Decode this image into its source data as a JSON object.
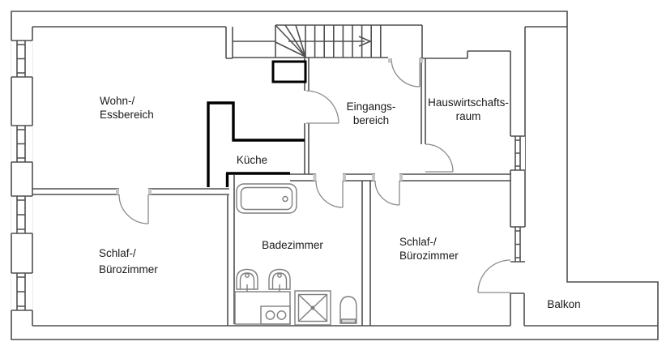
{
  "floorplan": {
    "rooms": {
      "living": {
        "line1": "Wohn-/",
        "line2": "Essbereich"
      },
      "kitchen": {
        "label": "Küche"
      },
      "entry": {
        "line1": "Eingangs-",
        "line2": "bereich"
      },
      "utility": {
        "line1": "Hauswirtschafts-",
        "line2": "raum"
      },
      "bedroom_left": {
        "line1": "Schlaf-/",
        "line2": "Bürozimmer"
      },
      "bathroom": {
        "label": "Badezimmer"
      },
      "bedroom_right": {
        "line1": "Schlaf-/",
        "line2": "Bürozimmer"
      },
      "balcony": {
        "label": "Balkon"
      }
    },
    "fixtures": [
      "staircase",
      "bathtub",
      "washbasin",
      "washbasin",
      "washer-counter",
      "shower",
      "toilet"
    ],
    "windows": {
      "left_wall": 4,
      "right_wall": 2
    },
    "colors": {
      "wall": "#4f4f4f",
      "thick_wall": "#000000",
      "fixture": "#7e7e7e",
      "background": "#ffffff",
      "text": "#1a1a1a"
    }
  }
}
